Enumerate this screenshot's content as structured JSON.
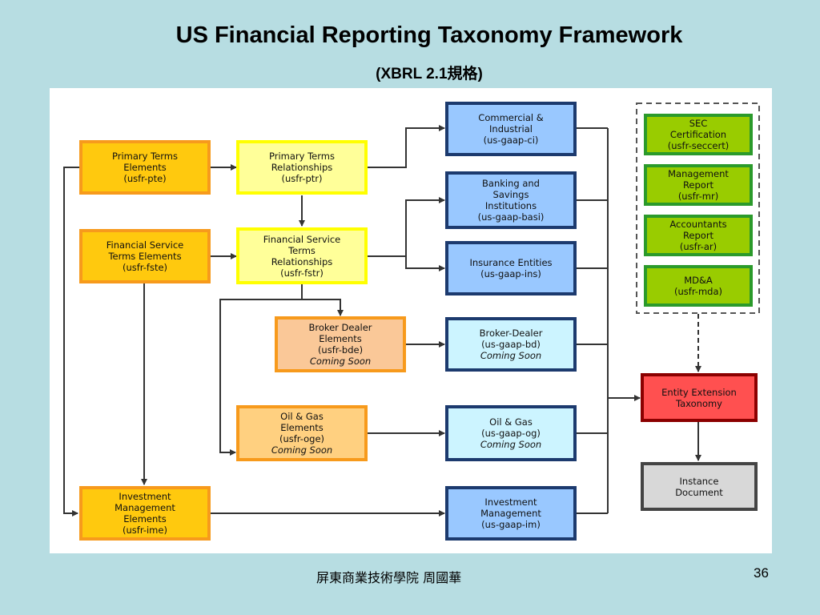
{
  "slide": {
    "title": "US Financial Reporting Taxonomy Framework",
    "subtitle": "(XBRL 2.1規格)",
    "footer": "屏東商業技術學院  周國華",
    "page_number": "36"
  },
  "boxes": {
    "pte": {
      "lines": [
        "Primary Terms",
        "Elements",
        "(usfr-pte)"
      ]
    },
    "fste": {
      "lines": [
        "Financial Service",
        "Terms Elements",
        "(usfr-fste)"
      ]
    },
    "ime": {
      "lines": [
        "Investment",
        "Management",
        "Elements",
        "(usfr-ime)"
      ]
    },
    "ptr": {
      "lines": [
        "Primary Terms",
        "Relationships",
        "(usfr-ptr)"
      ]
    },
    "fstr": {
      "lines": [
        "Financial Service",
        "Terms",
        "Relationships",
        "(usfr-fstr)"
      ]
    },
    "bde": {
      "lines": [
        "Broker Dealer",
        "Elements",
        "(usfr-bde)"
      ],
      "note": "Coming Soon"
    },
    "oge": {
      "lines": [
        "Oil & Gas",
        "Elements",
        "(usfr-oge)"
      ],
      "note": "Coming Soon"
    },
    "ci": {
      "lines": [
        "Commercial &",
        "Industrial",
        "(us-gaap-ci)"
      ]
    },
    "basi": {
      "lines": [
        "Banking and",
        "Savings",
        "Institutions",
        "(us-gaap-basi)"
      ]
    },
    "ins": {
      "lines": [
        "Insurance Entities",
        "(us-gaap-ins)"
      ]
    },
    "bd": {
      "lines": [
        "Broker-Dealer",
        "(us-gaap-bd)"
      ],
      "note": "Coming Soon"
    },
    "og": {
      "lines": [
        "Oil & Gas",
        "(us-gaap-og)"
      ],
      "note": "Coming Soon"
    },
    "im": {
      "lines": [
        "Investment",
        "Management",
        "(us-gaap-im)"
      ]
    },
    "seccert": {
      "lines": [
        "SEC",
        "Certification",
        "(usfr-seccert)"
      ]
    },
    "mr": {
      "lines": [
        "Management",
        "Report",
        "(usfr-mr)"
      ]
    },
    "ar": {
      "lines": [
        "Accountants",
        "Report",
        "(usfr-ar)"
      ]
    },
    "mda": {
      "lines": [
        "MD&A",
        "(usfr-mda)"
      ]
    },
    "ext": {
      "lines": [
        "Entity Extension",
        "Taxonomy"
      ]
    },
    "inst": {
      "lines": [
        "Instance",
        "Document"
      ]
    }
  }
}
